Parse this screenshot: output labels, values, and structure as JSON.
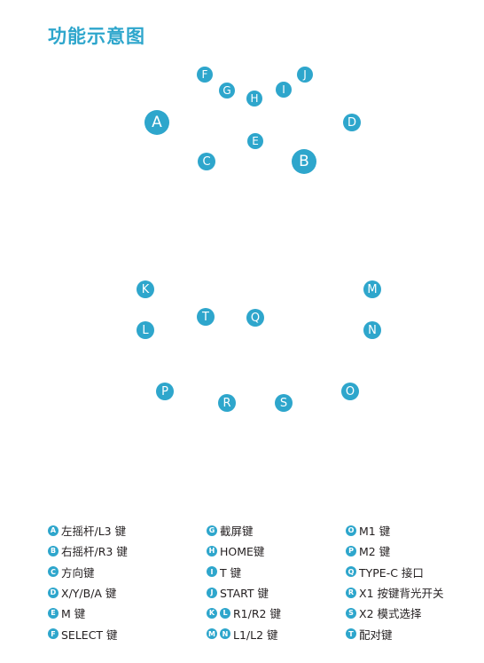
{
  "title": "功能示意图",
  "callouts": {
    "A": "A",
    "B": "B",
    "C": "C",
    "D": "D",
    "E": "E",
    "F": "F",
    "G": "G",
    "H": "H",
    "I": "I",
    "J": "J",
    "K": "K",
    "L": "L",
    "M": "M",
    "N": "N",
    "O": "O",
    "P": "P",
    "Q": "Q",
    "R": "R",
    "S": "S",
    "T": "T"
  },
  "legend": {
    "col1": [
      {
        "badges": [
          "A"
        ],
        "text": "左摇杆/L3 键"
      },
      {
        "badges": [
          "B"
        ],
        "text": "右摇杆/R3 键"
      },
      {
        "badges": [
          "C"
        ],
        "text": "方向键"
      },
      {
        "badges": [
          "D"
        ],
        "text": "X/Y/B/A 键"
      },
      {
        "badges": [
          "E"
        ],
        "text": "M 键"
      },
      {
        "badges": [
          "F"
        ],
        "text": "SELECT 键"
      }
    ],
    "col2": [
      {
        "badges": [
          "G"
        ],
        "text": "截屏键"
      },
      {
        "badges": [
          "H"
        ],
        "text": "HOME键"
      },
      {
        "badges": [
          "I"
        ],
        "text": "T 键"
      },
      {
        "badges": [
          "J"
        ],
        "text": "START 键"
      },
      {
        "badges": [
          "K",
          "L"
        ],
        "text": "R1/R2 键"
      },
      {
        "badges": [
          "M",
          "N"
        ],
        "text": "L1/L2 键"
      }
    ],
    "col3": [
      {
        "badges": [
          "O"
        ],
        "text": "M1 键"
      },
      {
        "badges": [
          "P"
        ],
        "text": "M2 键"
      },
      {
        "badges": [
          "Q"
        ],
        "text": "TYPE-C 接口"
      },
      {
        "badges": [
          "R"
        ],
        "text": "X1 按键背光开关"
      },
      {
        "badges": [
          "S"
        ],
        "text": "X2 模式选择"
      },
      {
        "badges": [
          "T"
        ],
        "text": "配对键"
      }
    ]
  }
}
